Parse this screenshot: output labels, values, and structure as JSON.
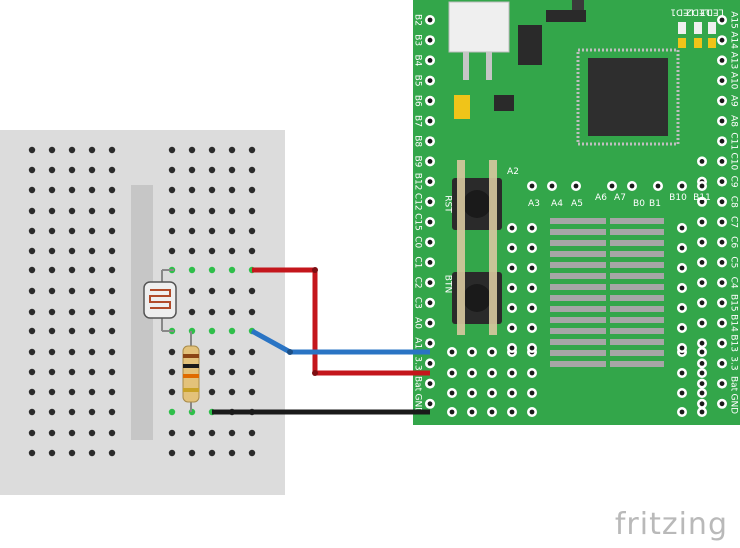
{
  "brand": "fritzing",
  "board": {
    "left_labels": [
      "B2",
      "B3",
      "B4",
      "B5",
      "B6",
      "B7",
      "B8",
      "B9",
      "B12",
      "C12",
      "C15",
      "C0",
      "C1",
      "C2",
      "C3",
      "A0",
      "A1",
      "3.3",
      "Bat",
      "GND"
    ],
    "right_labels": [
      "A15",
      "A14",
      "A13",
      "A10",
      "A9",
      "A8",
      "C11",
      "C10",
      "C9",
      "C8",
      "C7",
      "C6",
      "C5",
      "C4",
      "B15",
      "B14",
      "B13",
      "3.3",
      "Bat",
      "GND"
    ],
    "top_labels": [
      "LED1",
      "LED2",
      "LED3"
    ],
    "row_labels": [
      "A3",
      "A4",
      "A5",
      "A6",
      "A7",
      "B0",
      "B1",
      "B10",
      "B11"
    ],
    "a2_label": "A2",
    "button_labels": [
      "RST",
      "BTN"
    ]
  },
  "components": {
    "ldr": "photoresistor",
    "resistor": "resistor"
  },
  "colors": {
    "breadboard": "#dcdcdc",
    "breadboard_hole": "#2b2b2b",
    "board": "#33a64a",
    "wire_red": "#c4161c",
    "wire_blue": "#2a74c4",
    "wire_black": "#1a1a1a"
  }
}
